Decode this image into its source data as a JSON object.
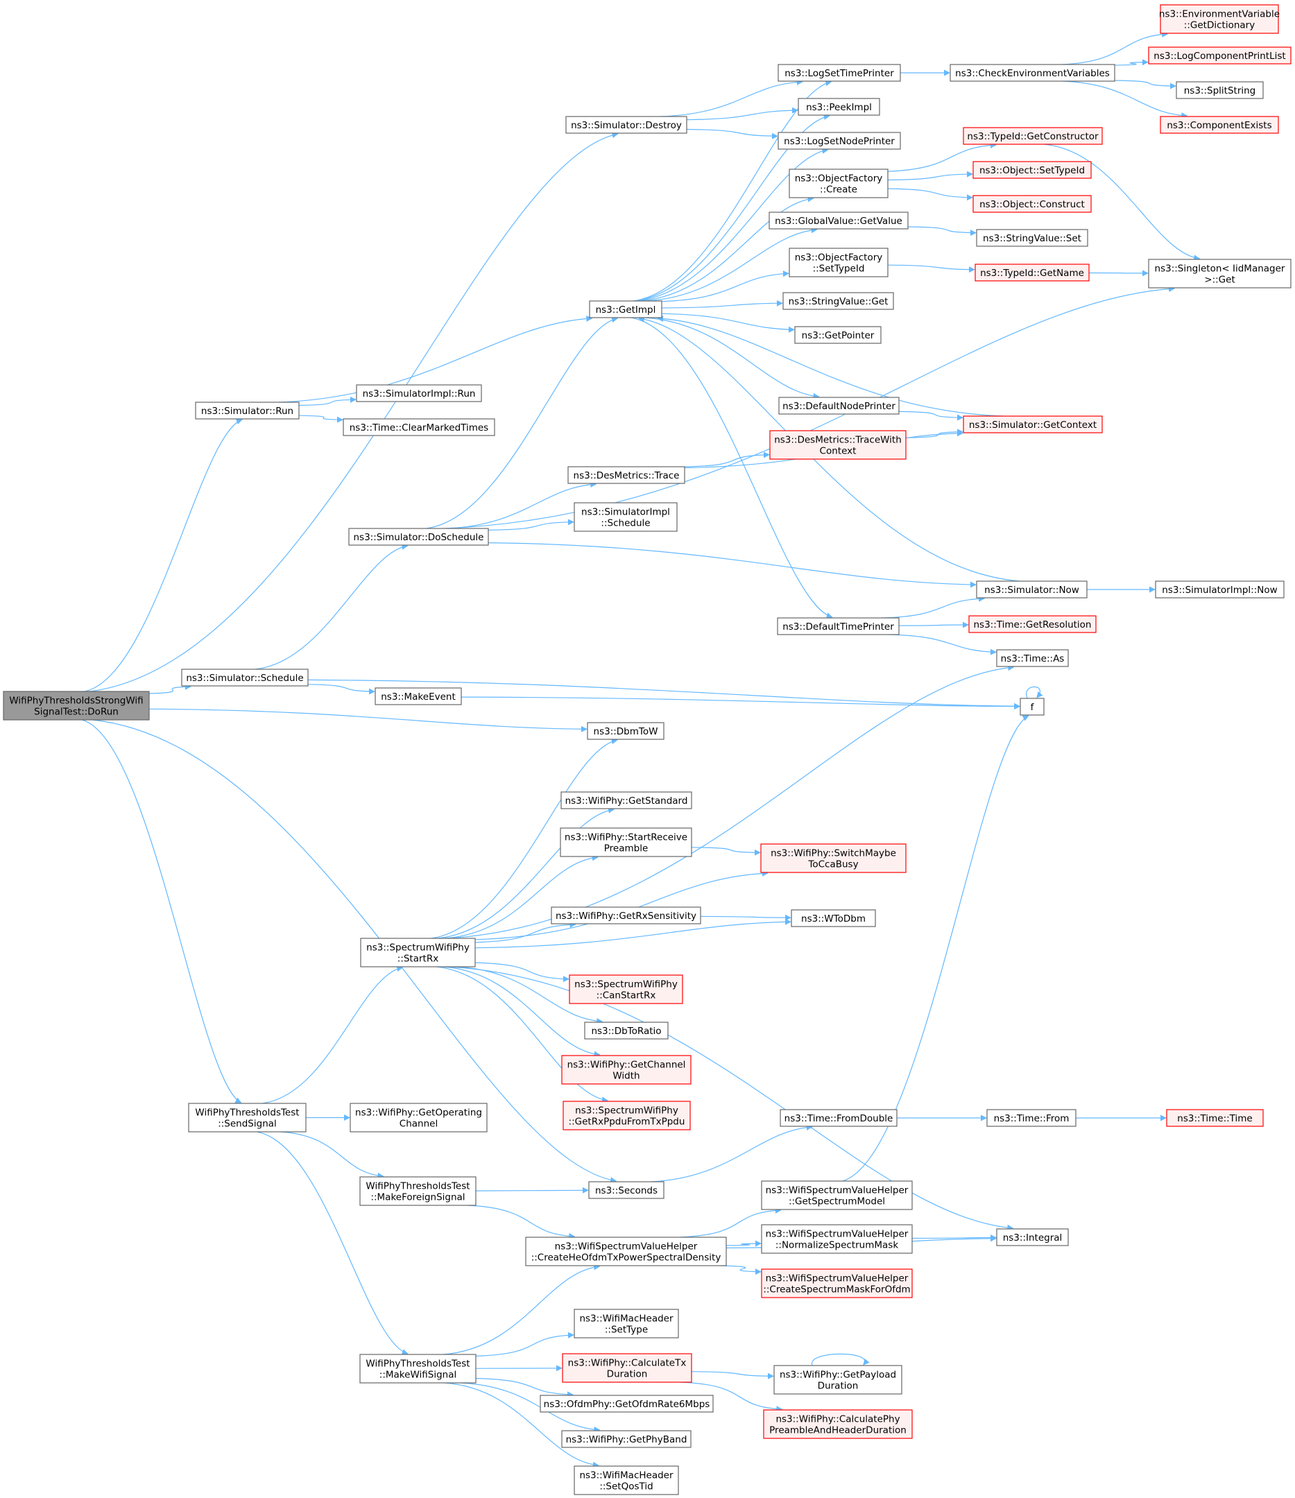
{
  "colors": {
    "edge": "#63b8ff",
    "node_border": "#666666",
    "node_fill": "#ffffff",
    "focus_fill": "#999999",
    "focus_border": "#666666",
    "undocumented_border": "#ff0000",
    "undocumented_fill": "#fff0f0"
  },
  "nodes": [
    {
      "id": "dorun",
      "lines": [
        "WifiPhyThresholdsStrongWifi",
        "SignalTest::DoRun"
      ],
      "kind": "focus"
    },
    {
      "id": "destroy",
      "lines": [
        "ns3::Simulator::Destroy"
      ],
      "kind": "normal"
    },
    {
      "id": "run",
      "lines": [
        "ns3::Simulator::Run"
      ],
      "kind": "normal"
    },
    {
      "id": "doschedule",
      "lines": [
        "ns3::Simulator::DoSchedule"
      ],
      "kind": "normal"
    },
    {
      "id": "schedule",
      "lines": [
        "ns3::Simulator::Schedule"
      ],
      "kind": "normal"
    },
    {
      "id": "makeevent",
      "lines": [
        "ns3::MakeEvent"
      ],
      "kind": "normal"
    },
    {
      "id": "dbmtow",
      "lines": [
        "ns3::DbmToW"
      ],
      "kind": "normal"
    },
    {
      "id": "sendsignal",
      "lines": [
        "WifiPhyThresholdsTest",
        "::SendSignal"
      ],
      "kind": "normal"
    },
    {
      "id": "startrx",
      "lines": [
        "ns3::SpectrumWifiPhy",
        "::StartRx"
      ],
      "kind": "normal"
    },
    {
      "id": "getimpl",
      "lines": [
        "ns3::GetImpl"
      ],
      "kind": "normal"
    },
    {
      "id": "simimplrun",
      "lines": [
        "ns3::SimulatorImpl::Run"
      ],
      "kind": "normal"
    },
    {
      "id": "clearmarked",
      "lines": [
        "ns3::Time::ClearMarkedTimes"
      ],
      "kind": "normal"
    },
    {
      "id": "desmetrics",
      "lines": [
        "ns3::DesMetrics::Trace"
      ],
      "kind": "normal"
    },
    {
      "id": "simimplsched",
      "lines": [
        "ns3::SimulatorImpl",
        "::Schedule"
      ],
      "kind": "normal"
    },
    {
      "id": "getstandard",
      "lines": [
        "ns3::WifiPhy::GetStandard"
      ],
      "kind": "normal"
    },
    {
      "id": "startrecvpre",
      "lines": [
        "ns3::WifiPhy::StartReceive",
        "Preamble"
      ],
      "kind": "normal"
    },
    {
      "id": "getrxsens",
      "lines": [
        "ns3::WifiPhy::GetRxSensitivity"
      ],
      "kind": "normal"
    },
    {
      "id": "canstartrx",
      "lines": [
        "ns3::SpectrumWifiPhy",
        "::CanStartRx"
      ],
      "kind": "undoc"
    },
    {
      "id": "dbtoratio",
      "lines": [
        "ns3::DbToRatio"
      ],
      "kind": "normal"
    },
    {
      "id": "getchanwidth",
      "lines": [
        "ns3::WifiPhy::GetChannel",
        "Width"
      ],
      "kind": "undoc"
    },
    {
      "id": "getrxppdu",
      "lines": [
        "ns3::SpectrumWifiPhy",
        "::GetRxPpduFromTxPpdu"
      ],
      "kind": "undoc"
    },
    {
      "id": "getopchan",
      "lines": [
        "ns3::WifiPhy::GetOperating",
        "Channel"
      ],
      "kind": "normal"
    },
    {
      "id": "makeforeign",
      "lines": [
        "WifiPhyThresholdsTest",
        "::MakeForeignSignal"
      ],
      "kind": "normal"
    },
    {
      "id": "seconds",
      "lines": [
        "ns3::Seconds"
      ],
      "kind": "normal"
    },
    {
      "id": "createheofdm",
      "lines": [
        "ns3::WifiSpectrumValueHelper",
        "::CreateHeOfdmTxPowerSpectralDensity"
      ],
      "kind": "normal"
    },
    {
      "id": "makewifisig",
      "lines": [
        "WifiPhyThresholdsTest",
        "::MakeWifiSignal"
      ],
      "kind": "normal"
    },
    {
      "id": "settype",
      "lines": [
        "ns3::WifiMacHeader",
        "::SetType"
      ],
      "kind": "normal"
    },
    {
      "id": "calctxdur",
      "lines": [
        "ns3::WifiPhy::CalculateTx",
        "Duration"
      ],
      "kind": "undoc"
    },
    {
      "id": "ofdmrate",
      "lines": [
        "ns3::OfdmPhy::GetOfdmRate6Mbps"
      ],
      "kind": "normal"
    },
    {
      "id": "getphyband",
      "lines": [
        "ns3::WifiPhy::GetPhyBand"
      ],
      "kind": "normal"
    },
    {
      "id": "setqostid",
      "lines": [
        "ns3::WifiMacHeader",
        "::SetQosTid"
      ],
      "kind": "normal"
    },
    {
      "id": "logsettime",
      "lines": [
        "ns3::LogSetTimePrinter"
      ],
      "kind": "normal"
    },
    {
      "id": "peekimpl",
      "lines": [
        "ns3::PeekImpl"
      ],
      "kind": "normal"
    },
    {
      "id": "logsetnode",
      "lines": [
        "ns3::LogSetNodePrinter"
      ],
      "kind": "normal"
    },
    {
      "id": "objfaccreate",
      "lines": [
        "ns3::ObjectFactory",
        "::Create"
      ],
      "kind": "normal"
    },
    {
      "id": "globalval",
      "lines": [
        "ns3::GlobalValue::GetValue"
      ],
      "kind": "normal"
    },
    {
      "id": "objfacsettid",
      "lines": [
        "ns3::ObjectFactory",
        "::SetTypeId"
      ],
      "kind": "normal"
    },
    {
      "id": "strvalget",
      "lines": [
        "ns3::StringValue::Get"
      ],
      "kind": "normal"
    },
    {
      "id": "getpointer",
      "lines": [
        "ns3::GetPointer"
      ],
      "kind": "normal"
    },
    {
      "id": "defnodeprinter",
      "lines": [
        "ns3::DefaultNodePrinter"
      ],
      "kind": "normal"
    },
    {
      "id": "destracewith",
      "lines": [
        "ns3::DesMetrics::TraceWith",
        "Context"
      ],
      "kind": "undoc"
    },
    {
      "id": "deftimeprinter",
      "lines": [
        "ns3::DefaultTimePrinter"
      ],
      "kind": "normal"
    },
    {
      "id": "switchmaybe",
      "lines": [
        "ns3::WifiPhy::SwitchMaybe",
        "ToCcaBusy"
      ],
      "kind": "undoc"
    },
    {
      "id": "wtodbm",
      "lines": [
        "ns3::WToDbm"
      ],
      "kind": "normal"
    },
    {
      "id": "timefromdouble",
      "lines": [
        "ns3::Time::FromDouble"
      ],
      "kind": "normal"
    },
    {
      "id": "getspecmodel",
      "lines": [
        "ns3::WifiSpectrumValueHelper",
        "::GetSpectrumModel"
      ],
      "kind": "normal"
    },
    {
      "id": "normspecmask",
      "lines": [
        "ns3::WifiSpectrumValueHelper",
        "::NormalizeSpectrumMask"
      ],
      "kind": "normal"
    },
    {
      "id": "createspecmask",
      "lines": [
        "ns3::WifiSpectrumValueHelper",
        "::CreateSpectrumMaskForOfdm"
      ],
      "kind": "undoc"
    },
    {
      "id": "getpayload",
      "lines": [
        "ns3::WifiPhy::GetPayload",
        "Duration"
      ],
      "kind": "normal"
    },
    {
      "id": "calcphypre",
      "lines": [
        "ns3::WifiPhy::CalculatePhy",
        "PreambleAndHeaderDuration"
      ],
      "kind": "undoc"
    },
    {
      "id": "checkenv",
      "lines": [
        "ns3::CheckEnvironmentVariables"
      ],
      "kind": "normal"
    },
    {
      "id": "typeidgetctor",
      "lines": [
        "ns3::TypeId::GetConstructor"
      ],
      "kind": "undoc"
    },
    {
      "id": "objsettid",
      "lines": [
        "ns3::Object::SetTypeId"
      ],
      "kind": "undoc"
    },
    {
      "id": "objconstruct",
      "lines": [
        "ns3::Object::Construct"
      ],
      "kind": "undoc"
    },
    {
      "id": "strvalset",
      "lines": [
        "ns3::StringValue::Set"
      ],
      "kind": "normal"
    },
    {
      "id": "typeidgetname",
      "lines": [
        "ns3::TypeId::GetName"
      ],
      "kind": "undoc"
    },
    {
      "id": "simgetcontext",
      "lines": [
        "ns3::Simulator::GetContext"
      ],
      "kind": "undoc"
    },
    {
      "id": "simnow",
      "lines": [
        "ns3::Simulator::Now"
      ],
      "kind": "normal"
    },
    {
      "id": "timegetres",
      "lines": [
        "ns3::Time::GetResolution"
      ],
      "kind": "undoc"
    },
    {
      "id": "timeas",
      "lines": [
        "ns3::Time::As"
      ],
      "kind": "normal"
    },
    {
      "id": "f",
      "lines": [
        "f"
      ],
      "kind": "normal"
    },
    {
      "id": "timefrom",
      "lines": [
        "ns3::Time::From"
      ],
      "kind": "normal"
    },
    {
      "id": "integral",
      "lines": [
        "ns3::Integral"
      ],
      "kind": "normal"
    },
    {
      "id": "envgetdict",
      "lines": [
        "ns3::EnvironmentVariable",
        "::GetDictionary"
      ],
      "kind": "undoc"
    },
    {
      "id": "logcompprint",
      "lines": [
        "ns3::LogComponentPrintList"
      ],
      "kind": "undoc"
    },
    {
      "id": "splitstring",
      "lines": [
        "ns3::SplitString"
      ],
      "kind": "normal"
    },
    {
      "id": "compexists",
      "lines": [
        "ns3::ComponentExists"
      ],
      "kind": "undoc"
    },
    {
      "id": "singletonget",
      "lines": [
        "ns3::Singleton< IidManager",
        " >::Get"
      ],
      "kind": "normal"
    },
    {
      "id": "simimplnow",
      "lines": [
        "ns3::SimulatorImpl::Now"
      ],
      "kind": "normal"
    },
    {
      "id": "timetime",
      "lines": [
        "ns3::Time::Time"
      ],
      "kind": "undoc"
    }
  ],
  "edges": [
    [
      "dorun",
      "destroy"
    ],
    [
      "dorun",
      "run"
    ],
    [
      "dorun",
      "schedule"
    ],
    [
      "dorun",
      "dbmtow"
    ],
    [
      "dorun",
      "sendsignal"
    ],
    [
      "dorun",
      "seconds"
    ],
    [
      "destroy",
      "logsettime"
    ],
    [
      "destroy",
      "peekimpl"
    ],
    [
      "destroy",
      "logsetnode"
    ],
    [
      "run",
      "getimpl"
    ],
    [
      "run",
      "simimplrun"
    ],
    [
      "run",
      "clearmarked"
    ],
    [
      "schedule",
      "doschedule"
    ],
    [
      "schedule",
      "makeevent"
    ],
    [
      "schedule",
      "f"
    ],
    [
      "makeevent",
      "f"
    ],
    [
      "doschedule",
      "getimpl"
    ],
    [
      "doschedule",
      "desmetrics"
    ],
    [
      "doschedule",
      "simimplsched"
    ],
    [
      "doschedule",
      "singletonget"
    ],
    [
      "doschedule",
      "simnow"
    ],
    [
      "desmetrics",
      "destracewith"
    ],
    [
      "desmetrics",
      "simgetcontext"
    ],
    [
      "getimpl",
      "logsettime"
    ],
    [
      "getimpl",
      "peekimpl"
    ],
    [
      "getimpl",
      "logsetnode"
    ],
    [
      "getimpl",
      "objfaccreate"
    ],
    [
      "getimpl",
      "globalval"
    ],
    [
      "getimpl",
      "objfacsettid"
    ],
    [
      "getimpl",
      "strvalget"
    ],
    [
      "getimpl",
      "getpointer"
    ],
    [
      "getimpl",
      "defnodeprinter"
    ],
    [
      "getimpl",
      "deftimeprinter"
    ],
    [
      "logsettime",
      "checkenv"
    ],
    [
      "checkenv",
      "envgetdict"
    ],
    [
      "checkenv",
      "logcompprint"
    ],
    [
      "checkenv",
      "splitstring"
    ],
    [
      "checkenv",
      "compexists"
    ],
    [
      "objfaccreate",
      "typeidgetctor"
    ],
    [
      "objfaccreate",
      "objsettid"
    ],
    [
      "objfaccreate",
      "objconstruct"
    ],
    [
      "typeidgetctor",
      "singletonget"
    ],
    [
      "globalval",
      "strvalset"
    ],
    [
      "objfacsettid",
      "typeidgetname"
    ],
    [
      "typeidgetname",
      "singletonget"
    ],
    [
      "defnodeprinter",
      "simgetcontext"
    ],
    [
      "simgetcontext",
      "getimpl"
    ],
    [
      "destracewith",
      "simgetcontext"
    ],
    [
      "deftimeprinter",
      "simnow"
    ],
    [
      "deftimeprinter",
      "timegetres"
    ],
    [
      "deftimeprinter",
      "timeas"
    ],
    [
      "simnow",
      "getimpl"
    ],
    [
      "simnow",
      "simimplnow"
    ],
    [
      "f",
      "f"
    ],
    [
      "sendsignal",
      "startrx"
    ],
    [
      "sendsignal",
      "getopchan"
    ],
    [
      "sendsignal",
      "makeforeign"
    ],
    [
      "sendsignal",
      "makewifisig"
    ],
    [
      "startrx",
      "dbmtow"
    ],
    [
      "startrx",
      "timeas"
    ],
    [
      "startrx",
      "getstandard"
    ],
    [
      "startrx",
      "startrecvpre"
    ],
    [
      "startrx",
      "switchmaybe"
    ],
    [
      "startrx",
      "getrxsens"
    ],
    [
      "startrx",
      "wtodbm"
    ],
    [
      "startrx",
      "canstartrx"
    ],
    [
      "startrx",
      "dbtoratio"
    ],
    [
      "startrx",
      "getchanwidth"
    ],
    [
      "startrx",
      "getrxppdu"
    ],
    [
      "startrx",
      "integral"
    ],
    [
      "startrecvpre",
      "switchmaybe"
    ],
    [
      "getrxsens",
      "wtodbm"
    ],
    [
      "makeforeign",
      "seconds"
    ],
    [
      "makeforeign",
      "createheofdm"
    ],
    [
      "seconds",
      "timefromdouble"
    ],
    [
      "timefromdouble",
      "timefrom"
    ],
    [
      "timefrom",
      "timetime"
    ],
    [
      "createheofdm",
      "getspecmodel"
    ],
    [
      "createheofdm",
      "normspecmask"
    ],
    [
      "createheofdm",
      "createspecmask"
    ],
    [
      "createheofdm",
      "integral"
    ],
    [
      "getspecmodel",
      "f"
    ],
    [
      "normspecmask",
      "integral"
    ],
    [
      "makewifisig",
      "createheofdm"
    ],
    [
      "makewifisig",
      "settype"
    ],
    [
      "makewifisig",
      "calctxdur"
    ],
    [
      "makewifisig",
      "ofdmrate"
    ],
    [
      "makewifisig",
      "getphyband"
    ],
    [
      "makewifisig",
      "setqostid"
    ],
    [
      "calctxdur",
      "getpayload"
    ],
    [
      "calctxdur",
      "calcphypre"
    ],
    [
      "getpayload",
      "getpayload"
    ]
  ]
}
